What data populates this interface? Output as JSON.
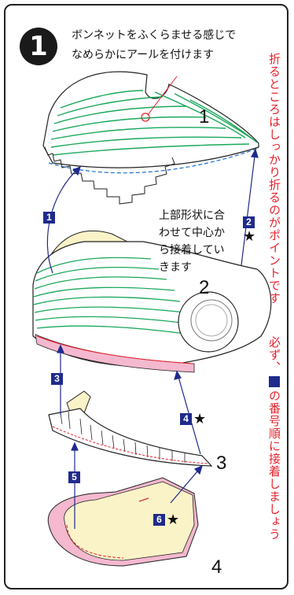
{
  "step_number": "1",
  "heading": {
    "line1": "ボンネットをふくらませる感じで",
    "line2": "なめらかにアールを付けます"
  },
  "vertical_note_red": "折るところはしっかり折るのがポイントです",
  "vertical_note_second": {
    "part1": "必ず、",
    "part2": "の番号順に接着しましょう"
  },
  "center_note": {
    "line1": "上部形状に合",
    "line2": "わせて中心か",
    "line3": "ら接着してい",
    "line4": "きます"
  },
  "part_labels": [
    "1",
    "2",
    "3",
    "4"
  ],
  "step_tags": [
    {
      "num": "1",
      "star": ""
    },
    {
      "num": "2",
      "star": "★"
    },
    {
      "num": "3",
      "star": ""
    },
    {
      "num": "4",
      "star": "★"
    },
    {
      "num": "5",
      "star": ""
    },
    {
      "num": "6",
      "star": "★"
    }
  ],
  "colors": {
    "fold_green": "#1aa85a",
    "glue_pink": "#f4b8cf",
    "paper_cream": "#fbf3c8",
    "step_blue": "#1f2a8c",
    "red_text": "#e8222c"
  }
}
